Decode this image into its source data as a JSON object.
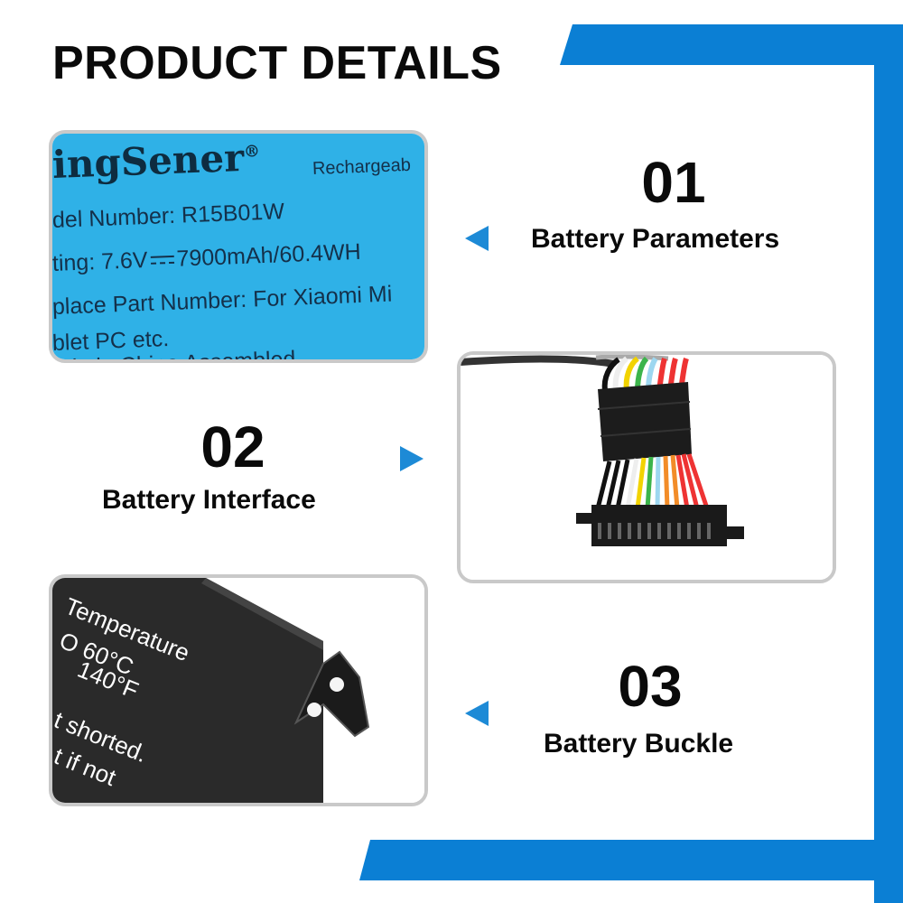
{
  "title": "PRODUCT DETAILS",
  "colors": {
    "accent": "#1d8ad6",
    "frame": "#0b7fd4",
    "label_blue": "#2fb1e7",
    "panel_border": "#c9c9c9"
  },
  "features": [
    {
      "number": "01",
      "caption": "Battery Parameters",
      "arrow": "left"
    },
    {
      "number": "02",
      "caption": "Battery Interface",
      "arrow": "right"
    },
    {
      "number": "03",
      "caption": "Battery Buckle",
      "arrow": "left"
    }
  ],
  "battery_label": {
    "brand": "ingSener",
    "registered": "®",
    "rechargeable": "Rechargeab",
    "model": "del Number: R15B01W",
    "rating_prefix": "ting: 7.6V",
    "rating_suffix": "7900mAh/60.4WH",
    "replace": "place Part Number: For Xiaomi Mi",
    "tablet": "blet PC etc.",
    "made": "ade in China  Assembled"
  },
  "battery_back_text": {
    "line1": "Temperature",
    "line2": "O 60°C",
    "line3": "140°F",
    "line4": "t shorted.",
    "line5": "t if not"
  }
}
